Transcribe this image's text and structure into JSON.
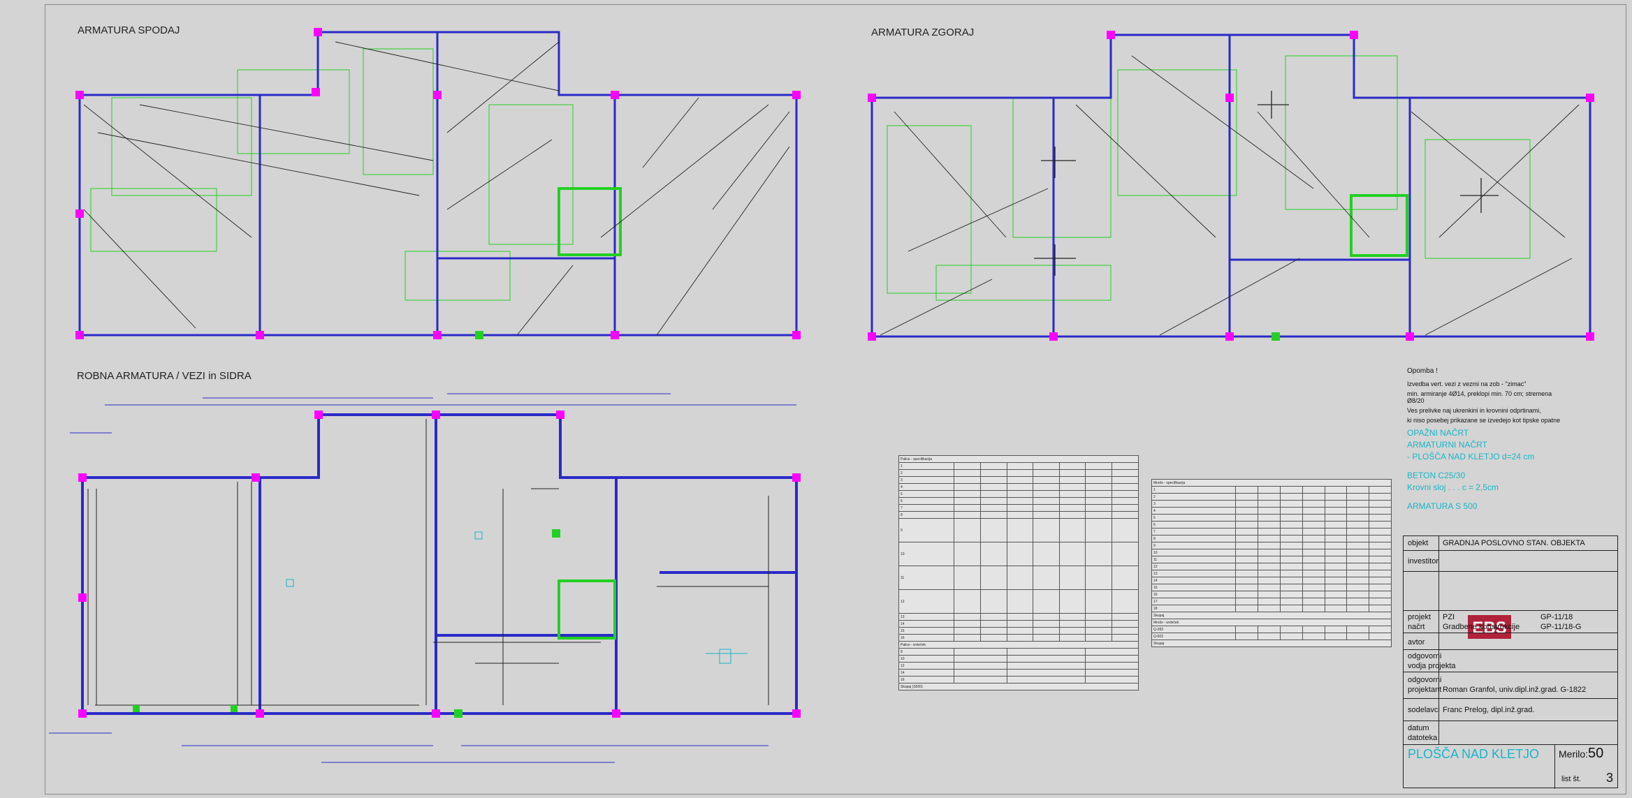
{
  "plans": {
    "bottom_title": "ARMATURA SPODAJ",
    "top_title": "ARMATURA ZGORAJ",
    "edge_title": "ROBNA ARMATURA / VEZI in SIDRA"
  },
  "notes": {
    "heading": "Opomba !",
    "line1": "Izvedba vert. vezi z vezmi na zob - \"zimac\"",
    "line2": "min. armiranje 4Ø14, preklopi min. 70 cm; stremena Ø8/20",
    "line3": "Ves prelivke naj ukrenkini in krovnini odprtinami,",
    "line4": "ki niso posebej prikazane se izvedejo kot tipske opatne"
  },
  "drawing_info": {
    "line1": "OPAŽNI NAČRT",
    "line2": "ARMATURNI NAČRT",
    "line3": " - PLOŠČA NAD KLETJO d=24 cm",
    "line4": "BETON  C25/30",
    "line5": "Krovni sloj . . . c = 2,5cm",
    "line6": "ARMATURA  S 500"
  },
  "title_block": {
    "objekt_label": "objekt",
    "objekt_value": "GRADNJA POSLOVNO STAN. OBJEKTA",
    "investitor_label": "investitor",
    "logo_text": "EBS",
    "projekt_label": "projekt",
    "projekt_value": "PZI",
    "projekt_code": "GP-11/18",
    "nacrt_label": "načrt",
    "nacrt_value": "Gradbene konstrukcije",
    "nacrt_code": "GP-11/18-G",
    "avtor_label": "avtor",
    "odg_vodja_label1": "odgovorni",
    "odg_vodja_label2": "vodja projekta",
    "odg_proj_label1": "odgovorni",
    "odg_proj_label2": "projektant",
    "odg_proj_value": "Roman Granfol, univ.dipl.inž.grad.  G-1822",
    "sodelavci_label": "sodelavci",
    "sodelavci_value": "Franc Prelog, dipl.inž.grad.",
    "datum_label": "datum",
    "datoteka_label": "datoteka",
    "drawing_title": "PLOŠČA NAD KLETJO",
    "merilo_label": "Merilo:",
    "merilo_value": "50",
    "list_label": "list št.",
    "list_value": "3"
  },
  "tables": {
    "left_title": "Palice - specifikacija",
    "left_rows": [
      "1",
      "2",
      "3",
      "4",
      "5",
      "6",
      "7",
      "8",
      "9",
      "10",
      "11",
      "12",
      "13",
      "14",
      "15",
      "16"
    ],
    "summary_title": "Palice - izvleček",
    "summary_rows": [
      "8",
      "10",
      "12",
      "14",
      "16"
    ],
    "summary_total": "Skupaj (S500)",
    "right_title": "Mreže - specifikacija",
    "right_rows": [
      "1",
      "2",
      "3",
      "4",
      "5",
      "6",
      "7",
      "8",
      "9",
      "10",
      "11",
      "12",
      "13",
      "14",
      "15",
      "16",
      "17",
      "18"
    ],
    "right_total": "Skupaj",
    "right_summary_title": "Mreže - izvleček",
    "right_summary_rows": [
      "Q-283",
      "Q-503"
    ],
    "right_summary_total": "Skupaj"
  },
  "colors": {
    "frame_blue": "#2a2ac8",
    "rebar_green": "#22d022",
    "column_magenta": "#ff00ff",
    "text_cyan": "#18b5c8",
    "logo_red": "#b0223a"
  }
}
